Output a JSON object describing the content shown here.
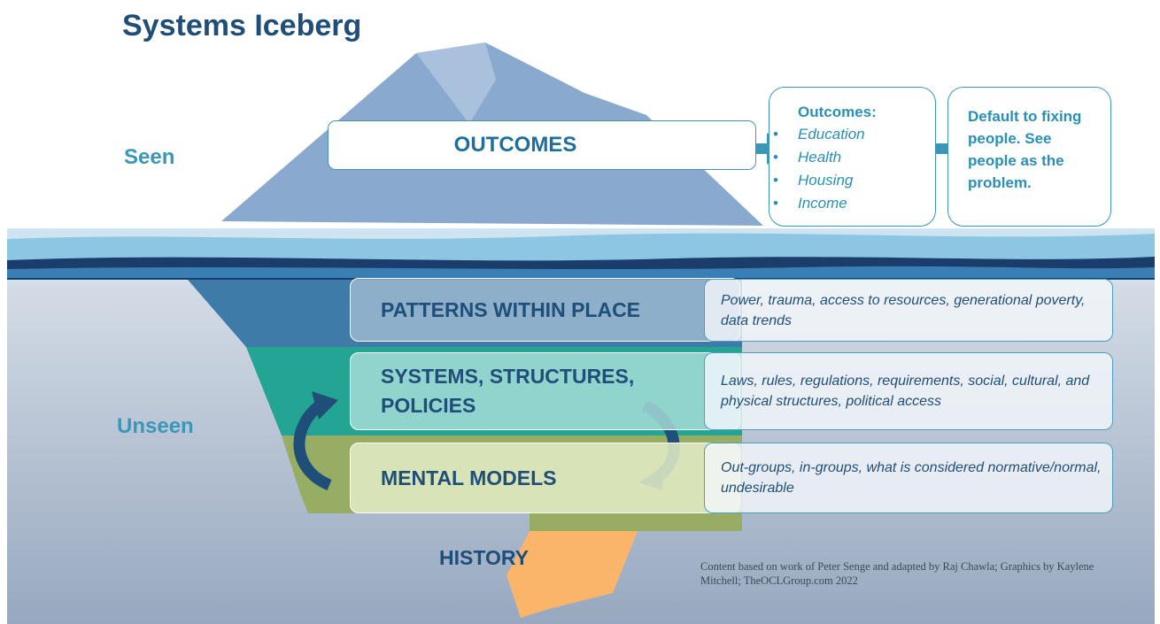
{
  "title": "Systems Iceberg",
  "zones": {
    "seen": "Seen",
    "unseen": "Unseen"
  },
  "outcomes_box": "OUTCOMES",
  "outcomes_list": {
    "header": "Outcomes:",
    "items": [
      "Education",
      "Health",
      "Housing",
      "Income"
    ]
  },
  "default_card": "Default to fixing people. See people as the problem.",
  "layers": [
    {
      "label": "PATTERNS WITHIN PLACE",
      "description": "Power, trauma, access to resources, generational poverty, data trends"
    },
    {
      "label": "SYSTEMS, STRUCTURES, POLICIES",
      "description": "Laws, rules, regulations, requirements, social, cultural, and physical structures, political access"
    },
    {
      "label": "MENTAL MODELS",
      "description": "Out-groups, in-groups, what is considered normative/normal, undesirable"
    },
    {
      "label": "HISTORY"
    }
  ],
  "credit": "Content based on work of Peter Senge and adapted by Raj Chawla; Graphics by Kaylene Mitchell; TheOCLGroup.com 2022",
  "colors": {
    "title": "#1f4e79",
    "accent": "#3a97b8",
    "iceberg_tip": "#8aa9ce",
    "patterns": "#3f7ba8",
    "systems": "#24a593",
    "mental_models": "#96ad63",
    "history": "#fab56b",
    "deep_water": "#1a3d6b",
    "underwater": "#b6c3d3"
  }
}
